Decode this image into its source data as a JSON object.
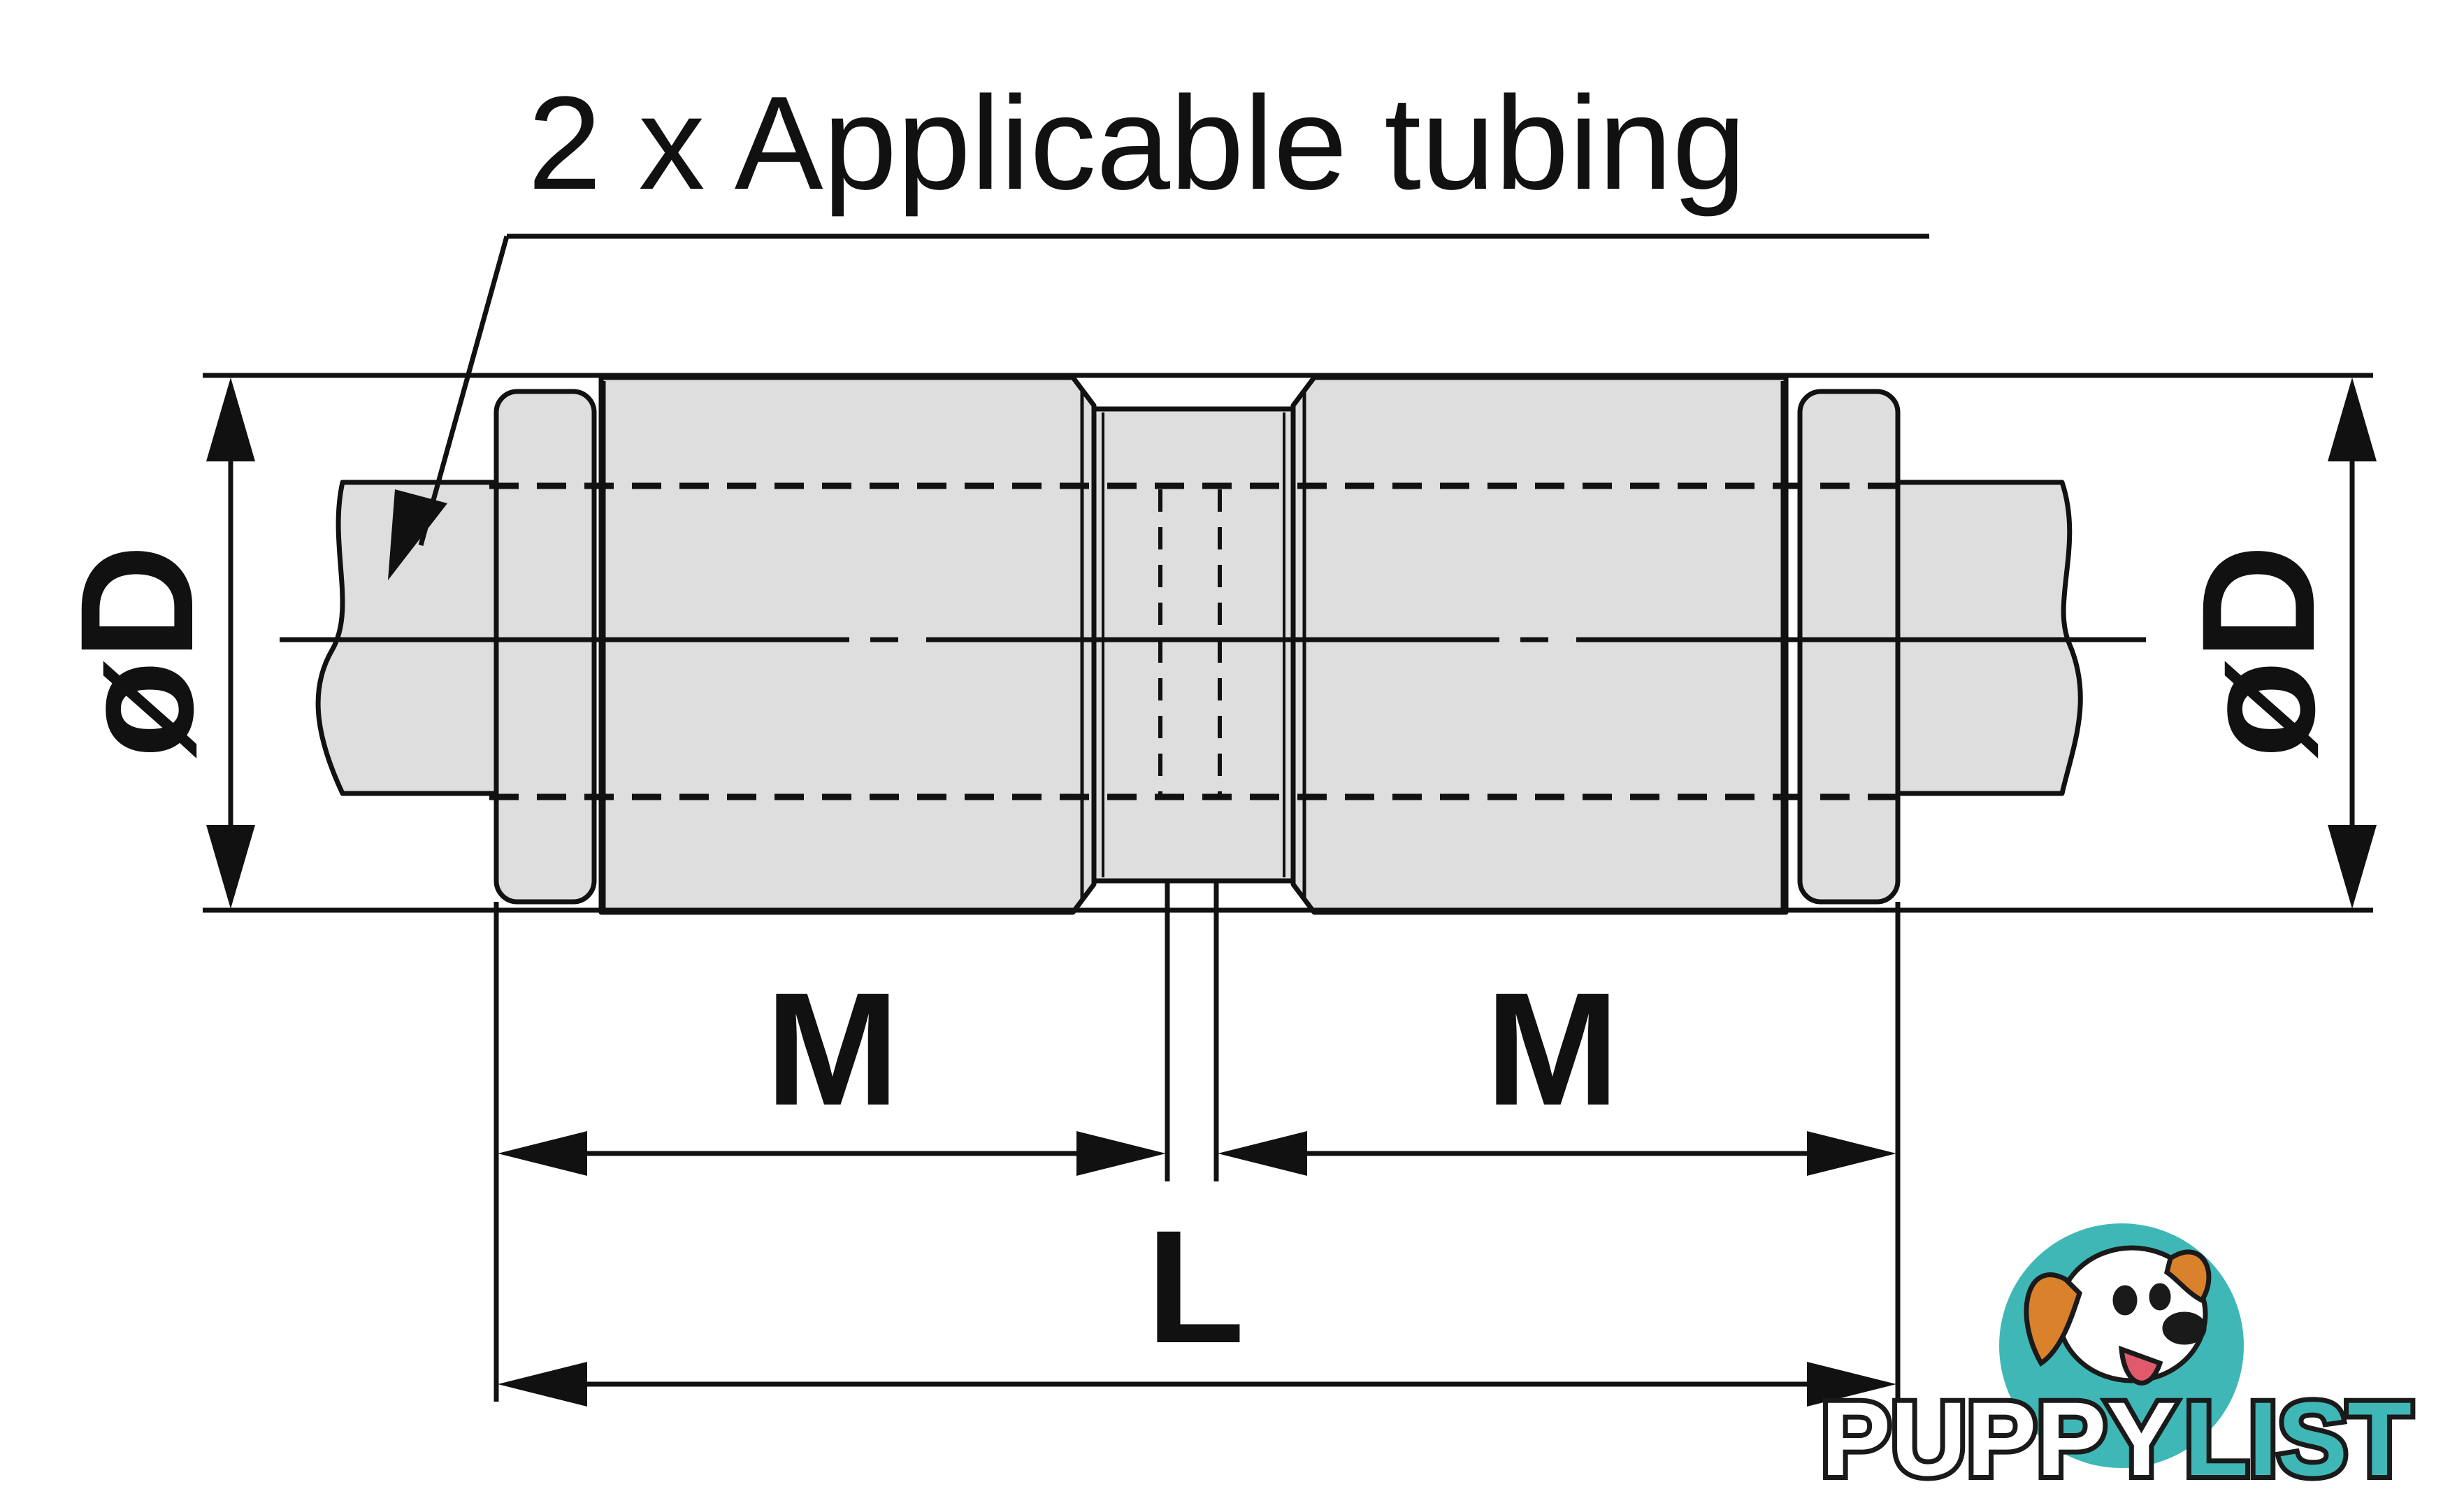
{
  "diagram": {
    "callout_label": "2 x Applicable tubing",
    "diameter_label_left": "øD",
    "diameter_label_right": "øD",
    "length_label_left": "M",
    "length_label_right": "M",
    "overall_length_label": "L"
  },
  "watermark": {
    "text_part_1": "PUPPY",
    "text_part_2": "LIST",
    "colors": {
      "teal": "#3fb7b6",
      "dark_teal": "#1e8f8e",
      "ear_orange": "#d9822b",
      "outline": "#1a1a1a"
    }
  },
  "colors": {
    "body_fill": "#dedede",
    "line": "#111111",
    "background": "#ffffff"
  }
}
